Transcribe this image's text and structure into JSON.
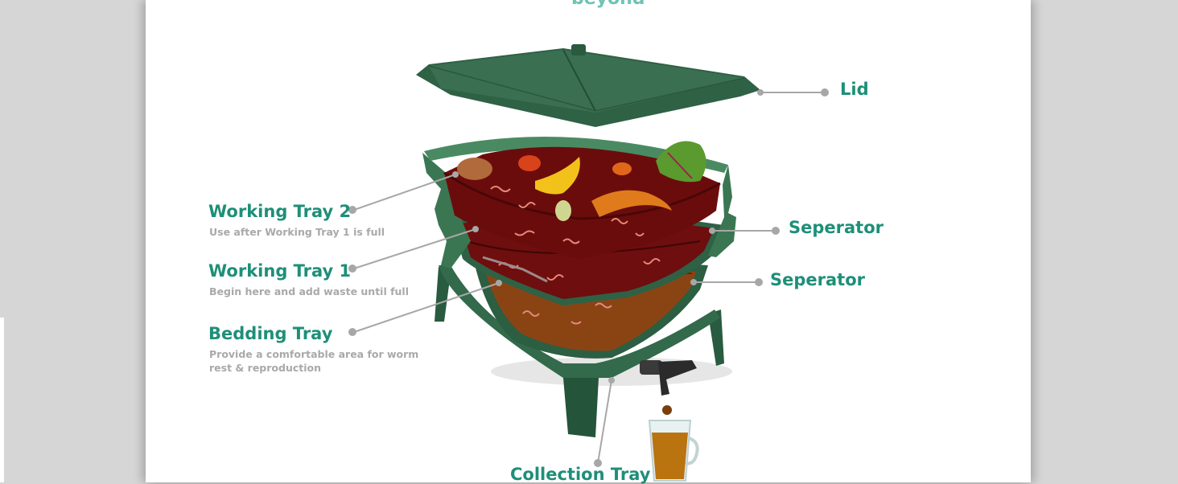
{
  "header": {
    "cropped_title": "beyond"
  },
  "parts": {
    "lid": {
      "title": "Lid"
    },
    "separator_upper": {
      "title": "Seperator"
    },
    "separator_lower": {
      "title": "Seperator"
    },
    "working_tray_2": {
      "title": "Working Tray 2",
      "description": "Use after Working Tray 1 is full"
    },
    "working_tray_1": {
      "title": "Working Tray 1",
      "description": "Begin here and add waste until full"
    },
    "bedding_tray": {
      "title": "Bedding Tray",
      "description_line1": "Provide a comfortable area for worm",
      "description_line2": "rest & reproduction"
    },
    "collection_tray": {
      "title": "Collection Tray"
    }
  },
  "colors": {
    "label_teal": "#1e8f78",
    "description_grey": "#a9a9a9",
    "bin_green": "#2f6145",
    "compost_red": "#7a1010",
    "bedding_brown": "#8a4414",
    "liquid_amber": "#b9740f"
  }
}
